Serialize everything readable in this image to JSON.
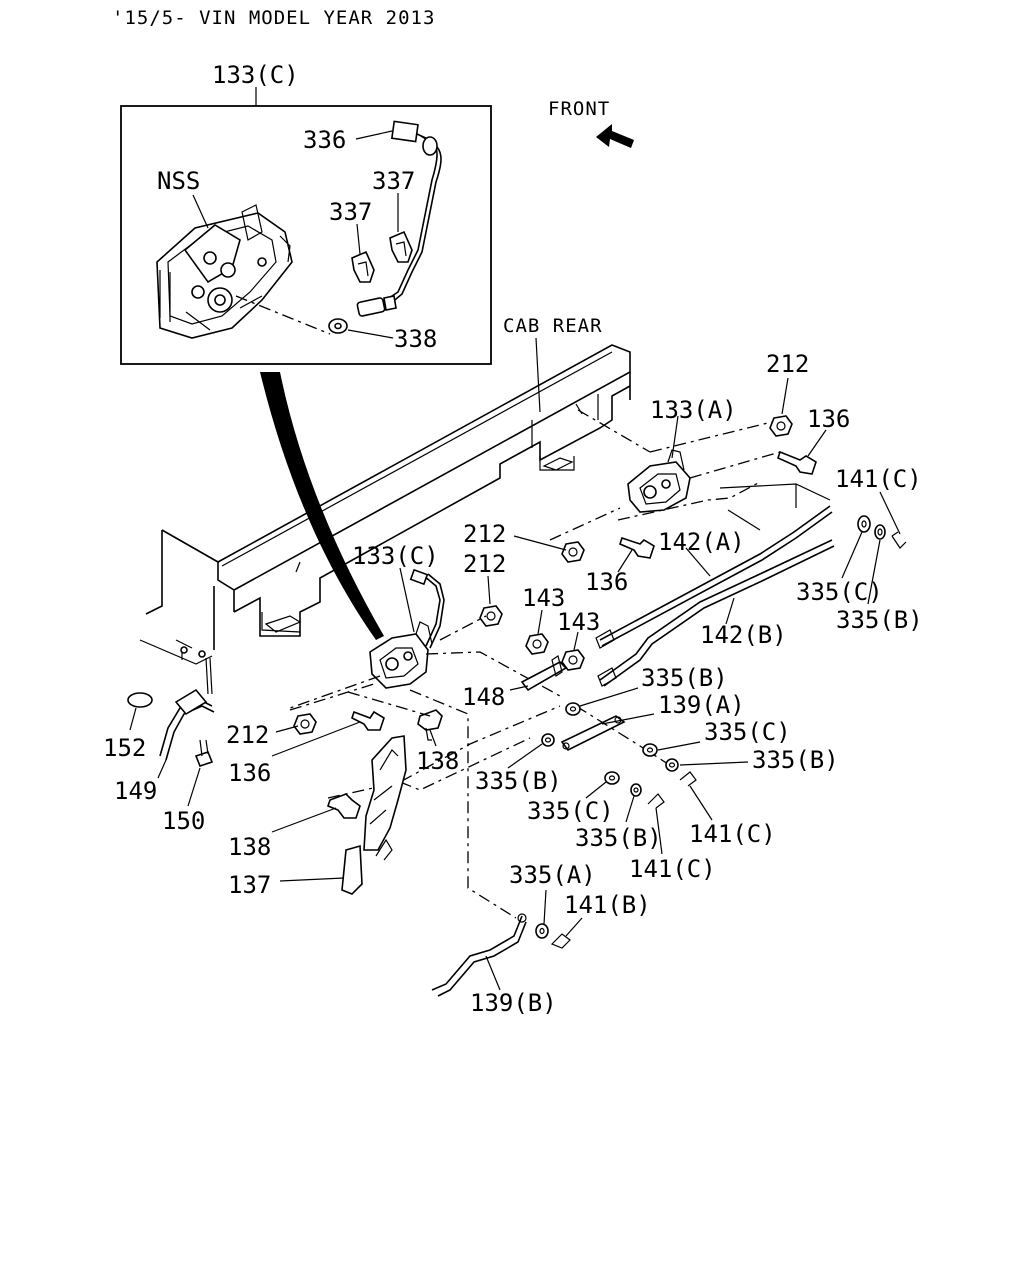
{
  "header": {
    "model_note": "'15/5- VIN MODEL YEAR 2013"
  },
  "inset": {
    "title": "133(C)",
    "labels": {
      "nss": "NSS",
      "p336": "336",
      "p337a": "337",
      "p337b": "337",
      "p338": "338"
    }
  },
  "orientation": {
    "front_label": "FRONT",
    "cab_rear_label": "CAB REAR"
  },
  "callouts": [
    "212",
    "133(A)",
    "136",
    "141(C)",
    "212",
    "142(A)",
    "136",
    "335(C)",
    "335(B)",
    "133(C)",
    "212",
    "143",
    "143",
    "142(B)",
    "148",
    "335(B)",
    "139(A)",
    "212",
    "136",
    "138",
    "335(C)",
    "335(B)",
    "335(B)",
    "335(C)",
    "335(B)",
    "141(C)",
    "141(C)",
    "152",
    "149",
    "150",
    "138",
    "137",
    "335(A)",
    "141(B)",
    "139(B)"
  ]
}
